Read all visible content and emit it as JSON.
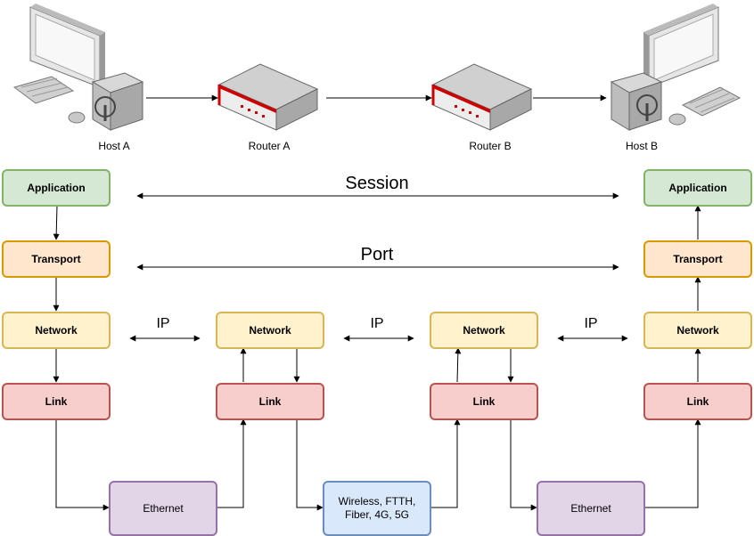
{
  "devices": {
    "host_a": "Host A",
    "router_a": "Router A",
    "router_b": "Router B",
    "host_b": "Host B"
  },
  "layers": {
    "application": "Application",
    "transport": "Transport",
    "network": "Network",
    "link": "Link"
  },
  "protocols": {
    "session": "Session",
    "port": "Port",
    "ip": "IP"
  },
  "media": {
    "ethernet": "Ethernet",
    "wireless": "Wireless, FTTH, Fiber, 4G, 5G"
  },
  "colors": {
    "application": "#d5e8d4",
    "transport": "#ffe6cc",
    "network": "#fff2cc",
    "link": "#f8cecc",
    "ethernet": "#e1d5e7",
    "wireless": "#dae8fc",
    "router_accent": "#cc0000"
  }
}
